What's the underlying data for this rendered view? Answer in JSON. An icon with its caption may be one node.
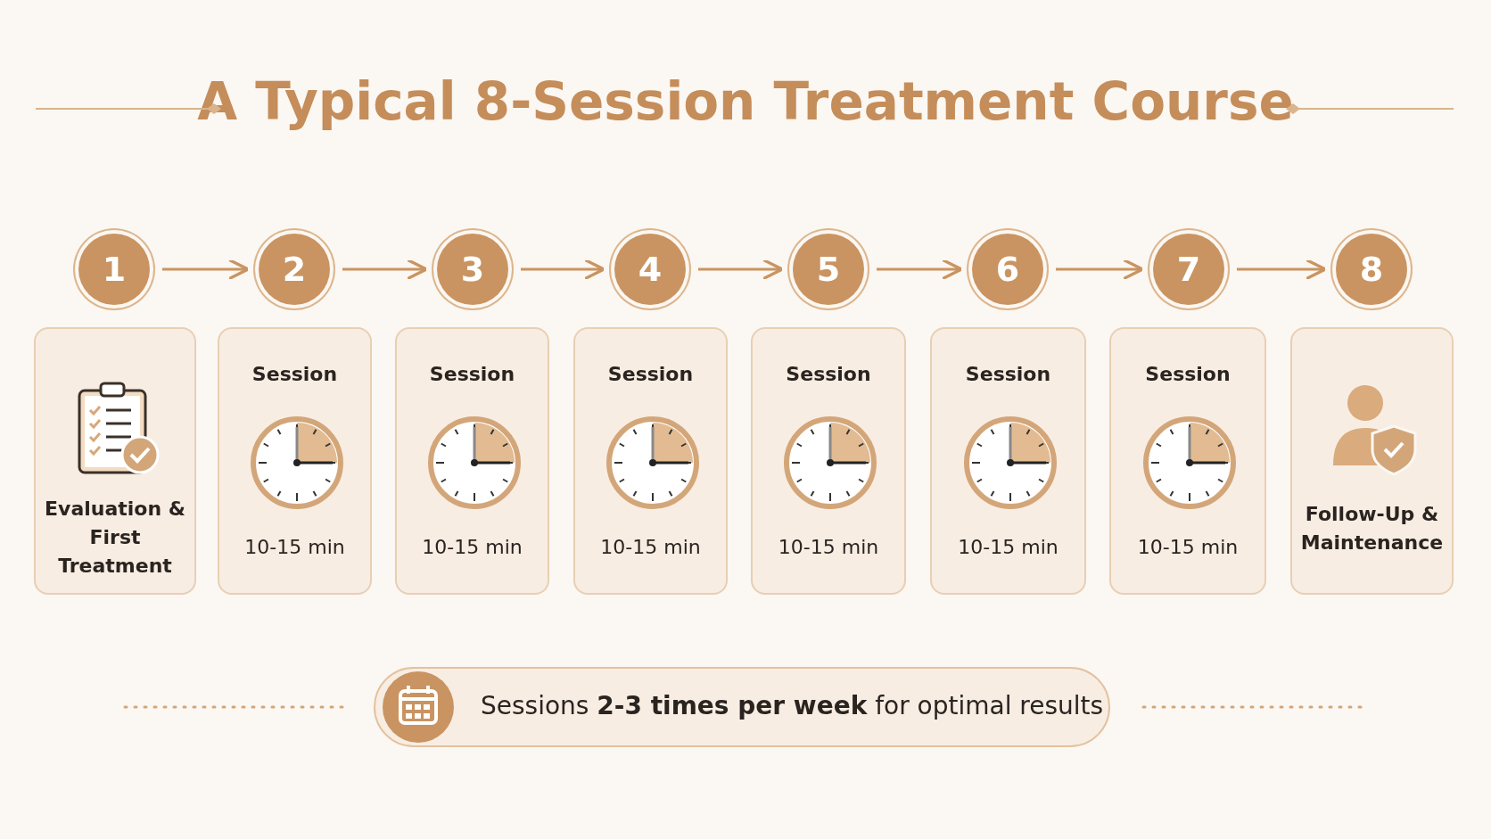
{
  "diagram": {
    "title": "A Typical 8-Session Treatment Course",
    "nodes": [
      {
        "text": [
          "1"
        ]
      },
      {
        "text": [
          "2"
        ]
      },
      {
        "text": [
          "3"
        ]
      },
      {
        "text": [
          "4"
        ]
      },
      {
        "text": [
          "5"
        ]
      },
      {
        "text": [
          "6"
        ]
      },
      {
        "text": [
          "7"
        ]
      },
      {
        "text": [
          "8"
        ]
      },
      {
        "text": [
          "Evaluation & First Treatment"
        ]
      },
      {
        "text": [
          "Session",
          "10-15 min"
        ]
      },
      {
        "text": [
          "Session",
          "10-15 min"
        ]
      },
      {
        "text": [
          "Session",
          "10-15 min"
        ]
      },
      {
        "text": [
          "Session",
          "10-15 min"
        ]
      },
      {
        "text": [
          "Session",
          "10-15 min"
        ]
      },
      {
        "text": [
          "Session",
          "10-15 min"
        ]
      },
      {
        "text": [
          "Follow-Up & Maintenance"
        ]
      },
      {
        "text": [
          "Sessions **2-3 times per week** for optimal results"
        ]
      }
    ],
    "edges": [
      {
        "from": 0,
        "to": 1,
        "arrow": "to"
      },
      {
        "from": 1,
        "to": 2,
        "arrow": "to"
      },
      {
        "from": 2,
        "to": 3,
        "arrow": "to"
      },
      {
        "from": 3,
        "to": 4,
        "arrow": "to"
      },
      {
        "from": 4,
        "to": 5,
        "arrow": "to"
      },
      {
        "from": 5,
        "to": 6,
        "arrow": "to"
      },
      {
        "from": 6,
        "to": 7,
        "arrow": "to"
      }
    ]
  }
}
